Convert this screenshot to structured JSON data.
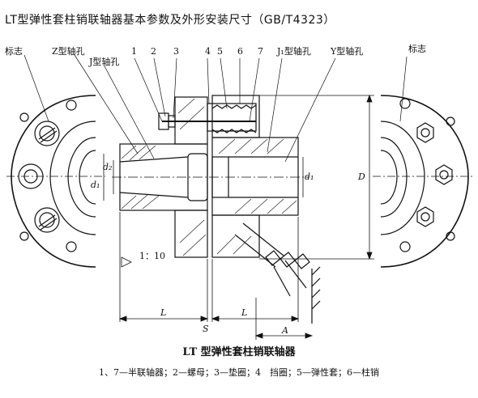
{
  "title": "LT型弹性套柱销联轴器基本参数及外形安装尺寸（GB/T4323）",
  "labels": {
    "mark_left": "标志",
    "mark_right": "标志",
    "z_hole": "Z型轴孔",
    "j_hole": "J型轴孔",
    "j1_hole": "J₁型轴孔",
    "y_hole": "Y型轴孔",
    "n1": "1",
    "n2": "2",
    "n3": "3",
    "n4": "4",
    "n5": "5",
    "n6": "6",
    "n7": "7",
    "d_big": "D",
    "d2": "d₂",
    "d1_left": "d₁",
    "d1_right": "d₁",
    "taper": "1：10",
    "L_left": "L",
    "L_right": "L",
    "S": "S",
    "A": "A"
  },
  "caption": "LT 型弹性套柱销联轴器",
  "legend": "1、7—半联轴器；2—螺母；3—垫圈；4　挡圈；5—弹性套；6—柱销"
}
